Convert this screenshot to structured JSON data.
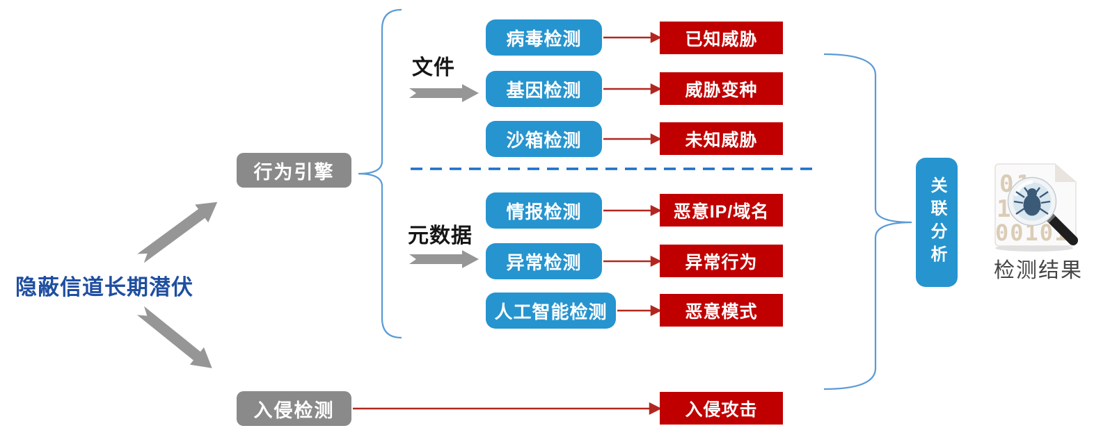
{
  "diagram": {
    "threat_label": "隐蔽信道长期潜伏",
    "behavior_engine_label": "行为引擎",
    "intrusion_detection_label": "入侵检测",
    "file_group_label": "文件",
    "metadata_group_label": "元数据",
    "rows": [
      {
        "engine": "病毒检测",
        "result": "已知威胁"
      },
      {
        "engine": "基因检测",
        "result": "威胁变种"
      },
      {
        "engine": "沙箱检测",
        "result": "未知威胁"
      },
      {
        "engine": "情报检测",
        "result": "恶意IP/域名"
      },
      {
        "engine": "异常检测",
        "result": "异常行为"
      },
      {
        "engine": "人工智能检测",
        "result": "恶意模式"
      }
    ],
    "intrusion_result_label": "入侵攻击",
    "correlation_label": "关联分析",
    "result_caption": "检测结果",
    "icon": {
      "name": "document-bug-magnifier",
      "binary_rows": [
        "01",
        "101",
        "00101"
      ]
    },
    "colors": {
      "engine_box": "#2694CF",
      "result_box": "#C00000",
      "source_box": "#8A8A8A",
      "brace": "#5B9BD5",
      "dashed_line": "#1C6FC9",
      "red_arrow": "#B1271F",
      "gray_arrow": "#969696",
      "title_text": "#1F4EA0"
    }
  }
}
